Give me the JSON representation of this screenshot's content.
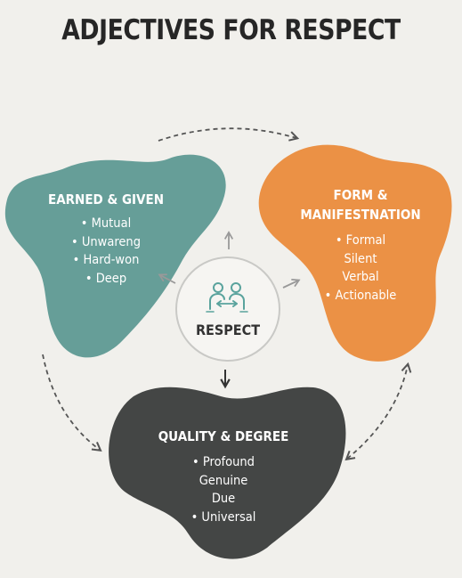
{
  "title": "ADJECTIVES FOR RESPECT",
  "center": {
    "label": "RESPECT",
    "icon": "two-people-exchange-icon"
  },
  "groups": [
    {
      "id": "earned",
      "heading": "EARNED & GIVEN",
      "color": "#669e98",
      "items": [
        "• Mutual",
        "• Unwareng",
        "• Hard-won",
        "• Deep"
      ]
    },
    {
      "id": "form",
      "heading_lines": [
        "FORM &",
        "MANIFESTNATION"
      ],
      "color": "#eb9145",
      "items": [
        "• Formal",
        "Silent",
        "Verbal",
        "• Actionable"
      ]
    },
    {
      "id": "quality",
      "heading": "QUALITY & DEGREE",
      "color": "#444645",
      "items": [
        "• Profound",
        "Genuine",
        "Due",
        "• Universal"
      ]
    }
  ]
}
